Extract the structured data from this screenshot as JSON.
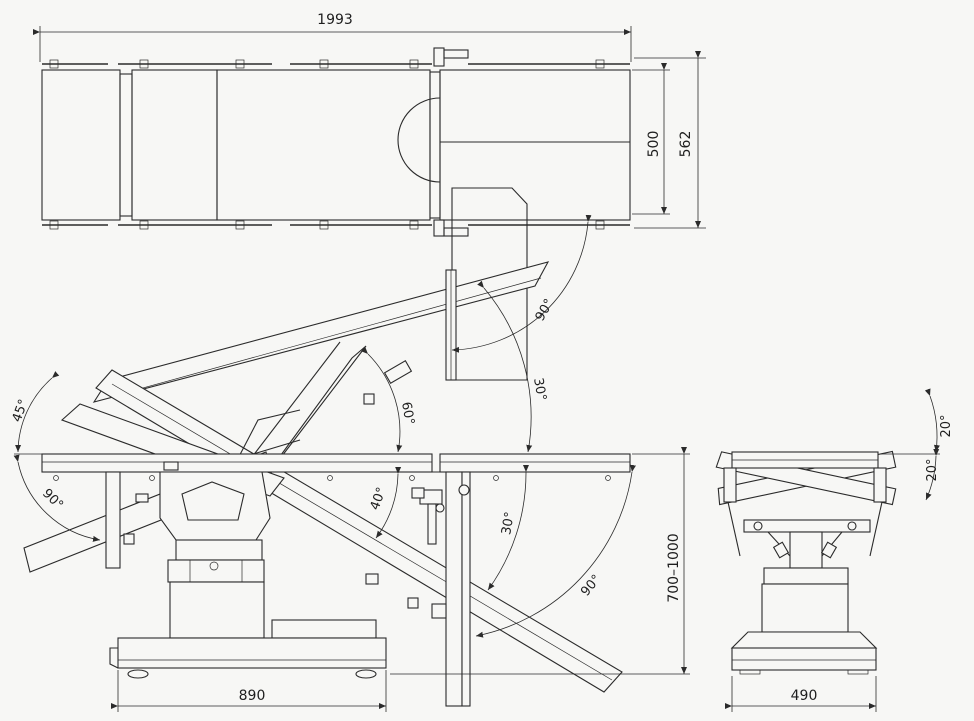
{
  "dimensions": {
    "overall_length": "1993",
    "top_width": "500",
    "overall_width": "562",
    "base_length": "890",
    "height_range": "700–1000",
    "base_width": "490"
  },
  "angles": {
    "leg_90": "90°",
    "tilt_up_30": "30°",
    "tilt_down_30": "30°",
    "back_90": "90°",
    "head_45": "45°",
    "head_90": "90°",
    "back_60": "60°",
    "back_40": "40°",
    "lateral_20_up": "20°",
    "lateral_20_down": "20°"
  }
}
